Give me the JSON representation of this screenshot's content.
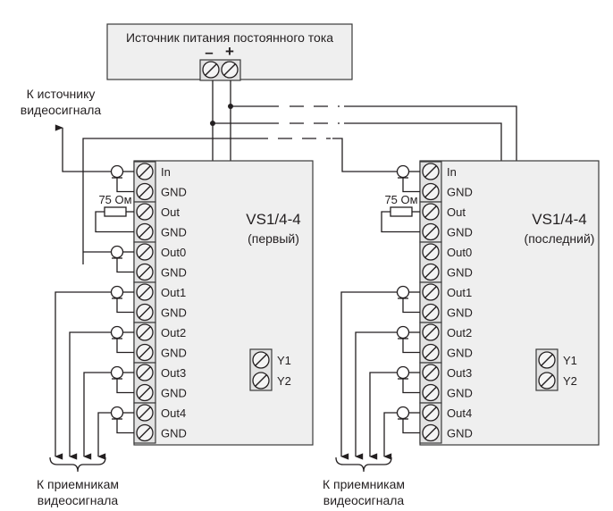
{
  "power_supply": {
    "title": "Источник питания постоянного тока",
    "minus_label": "–",
    "plus_label": "+"
  },
  "source_label": [
    "К источнику",
    "видеосигнала"
  ],
  "devices": [
    {
      "model": "VS1/4-4",
      "role": "(первый)",
      "resistor_label": "75 Ом",
      "terminals": [
        "In",
        "GND",
        "Out",
        "GND",
        "Out0",
        "GND",
        "Out1",
        "GND",
        "Out2",
        "GND",
        "Out3",
        "GND",
        "Out4",
        "GND"
      ],
      "ctrl_terminals": [
        "Y1",
        "Y2"
      ],
      "receivers_label": [
        "К приемникам",
        "видеосигнала"
      ]
    },
    {
      "model": "VS1/4-4",
      "role": "(последний)",
      "resistor_label": "75 Ом",
      "terminals": [
        "In",
        "GND",
        "Out",
        "GND",
        "Out0",
        "GND",
        "Out1",
        "GND",
        "Out2",
        "GND",
        "Out3",
        "GND",
        "Out4",
        "GND"
      ],
      "ctrl_terminals": [
        "Y1",
        "Y2"
      ],
      "receivers_label": [
        "К приемникам",
        "видеосигнала"
      ]
    }
  ]
}
